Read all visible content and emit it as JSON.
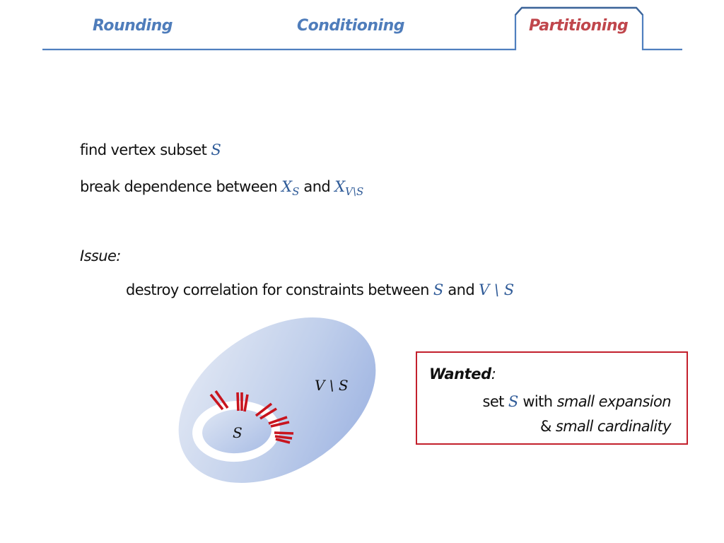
{
  "tabs": [
    {
      "label": "Rounding",
      "active": false
    },
    {
      "label": "Conditioning",
      "active": false
    },
    {
      "label": "Partitioning",
      "active": true
    }
  ],
  "colors": {
    "tab_inactive": "#4f7dbb",
    "tab_active": "#c0464c",
    "rule": "#4f7fbf",
    "math": "#2f5b98",
    "wanted_border": "#c3202c",
    "ellipse_light": "#e2e8f4",
    "ellipse_dark": "#9cb2e0",
    "edge_red": "#c8141e"
  },
  "content": {
    "find_text": "find vertex subset ",
    "find_math": "S",
    "break_text": "break dependence between ",
    "break_math1": "X",
    "break_math1_sub": "S",
    "break_and": " and ",
    "break_math2": "X",
    "break_math2_sub": "V\\S",
    "issue_label": "Issue:",
    "destroy_text": "destroy correlation for constraints between ",
    "destroy_math1": "S",
    "destroy_and": " and ",
    "destroy_math2": "V \\ S"
  },
  "diagram": {
    "outer_label": "V \\ S",
    "inner_label": "S"
  },
  "wanted": {
    "title": "Wanted",
    "colon": ":",
    "line1_pre": "set ",
    "line1_math": "S",
    "line1_mid": " with ",
    "line1_italic": "small expansion",
    "line2_pre": "& ",
    "line2_italic": "small cardinality"
  }
}
